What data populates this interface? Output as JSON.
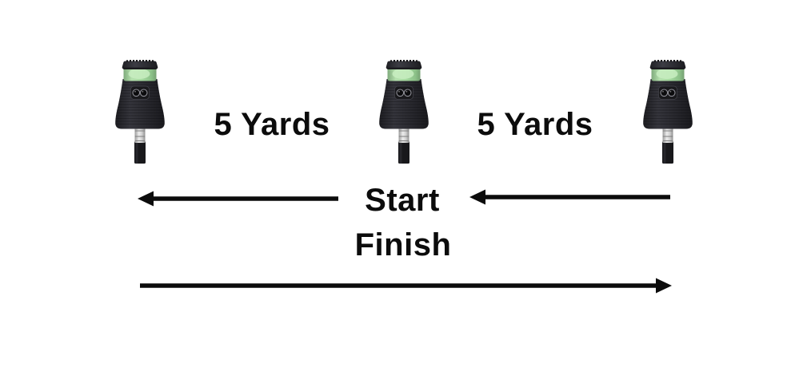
{
  "page": {
    "background": "#ffffff"
  },
  "diagram": {
    "labels": {
      "distance_1": "5 Yards",
      "distance_2": "5 Yards",
      "start": "Start",
      "finish": "Finish"
    },
    "devices": [
      {
        "name": "timing-sensor-left",
        "light_color": "#a9dca3",
        "body_color": "#26262b"
      },
      {
        "name": "timing-sensor-middle",
        "light_color": "#a9dca3",
        "body_color": "#26262b"
      },
      {
        "name": "timing-sensor-right",
        "light_color": "#a9dca3",
        "body_color": "#26262b"
      }
    ],
    "arrows": [
      {
        "name": "start-segment-left-arrow",
        "direction": "left"
      },
      {
        "name": "start-segment-right-arrow",
        "direction": "left"
      },
      {
        "name": "finish-run-arrow",
        "direction": "right"
      }
    ],
    "colors": {
      "line": "#0c0c0c",
      "text": "#0c0c0c"
    }
  }
}
